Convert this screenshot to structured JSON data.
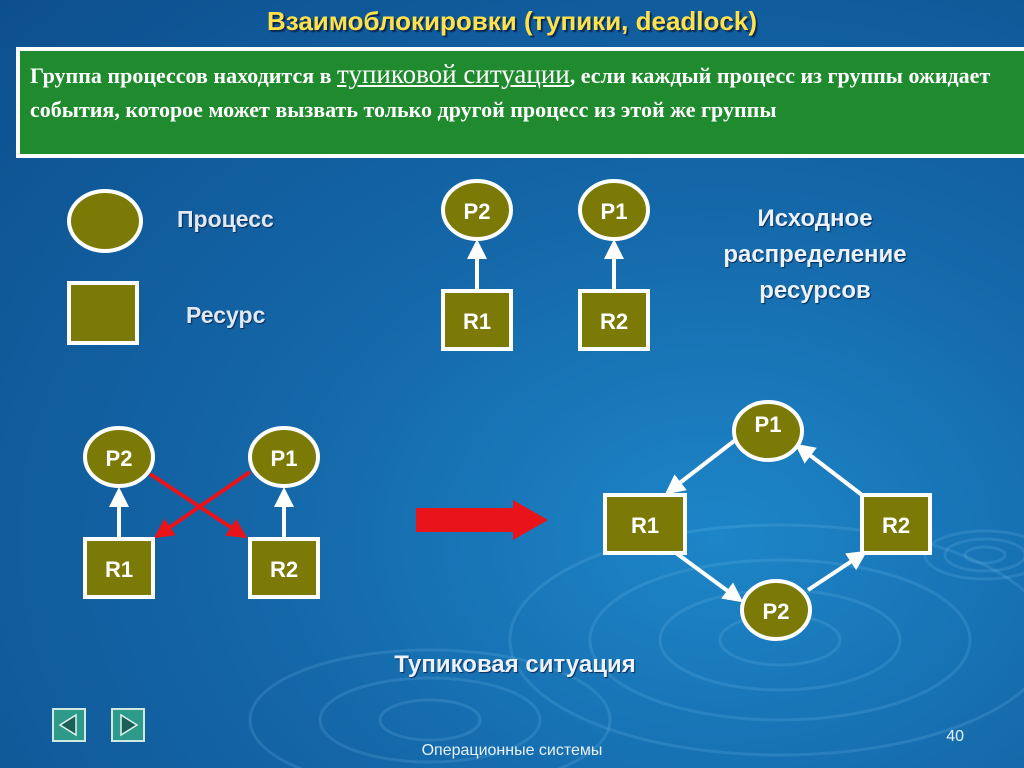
{
  "slide": {
    "title": "Взаимоблокировки (тупики, deadlock)",
    "definition": {
      "part1": "Группа процессов находится в ",
      "highlight": "тупиковой ситуации",
      "part2": ", если каждый процесс из группы ожидает события, которое может вызвать только другой процесс из этой же группы"
    },
    "legend": {
      "process_label": "Процесс",
      "resource_label": "Ресурс"
    },
    "initial_caption": "Исходное распределение ресурсов",
    "deadlock_caption": "Тупиковая ситуация",
    "page_number": "40",
    "footer": "Операционные системы"
  },
  "diagrams": {
    "initial": {
      "p2": "P2",
      "p1": "P1",
      "r1": "R1",
      "r2": "R2"
    },
    "crossed": {
      "p2": "P2",
      "p1": "P1",
      "r1": "R1",
      "r2": "R2"
    },
    "cycle": {
      "p1": "P1",
      "r1": "R1",
      "r2": "R2",
      "p2": "P2"
    }
  },
  "colors": {
    "node_fill": "#7c7a06",
    "title": "#ffe24a",
    "definition_bg": "#1f8a2e",
    "request_arrow": "#e8141a",
    "transition_arrow": "#e8141a",
    "nav_button": "#2e9a8a"
  },
  "icons": {
    "prev": "triangle-left-icon",
    "next": "triangle-right-icon"
  }
}
